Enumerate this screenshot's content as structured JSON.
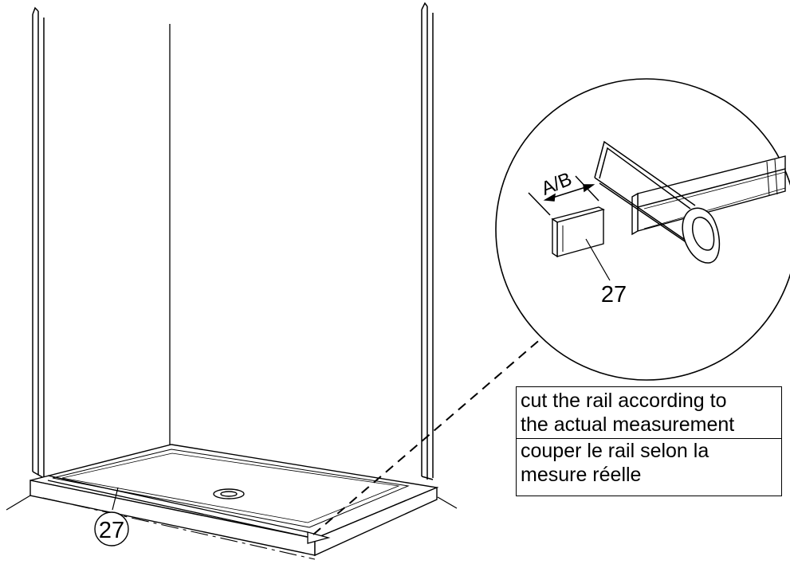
{
  "part_numbers": {
    "main_callout": "27",
    "detail_callout": "27"
  },
  "detail": {
    "dimension_label": "A/B"
  },
  "instruction": {
    "en_line1": "cut the rail according to",
    "en_line2": "the actual measurement",
    "fr_line1": "couper le rail selon la",
    "fr_line2": "mesure réelle"
  }
}
